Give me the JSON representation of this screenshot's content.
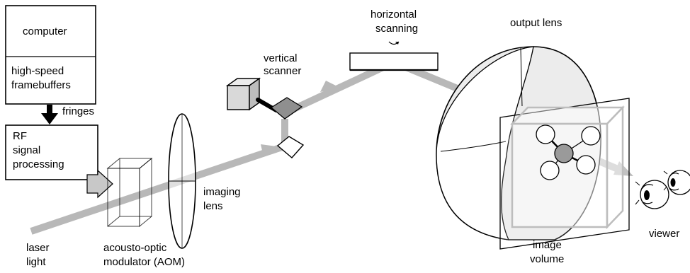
{
  "labels": {
    "computer": "computer",
    "framebuffers_1": "high-speed",
    "framebuffers_2": "framebuffers",
    "fringes": "fringes",
    "rf_1": "RF",
    "rf_2": "signal",
    "rf_3": "processing",
    "laser_1": "laser",
    "laser_2": "light",
    "aom_1": "acousto-optic",
    "aom_2": "modulator (AOM)",
    "imaging_lens_1": "imaging",
    "imaging_lens_2": "lens",
    "vertical_scanner_1": "vertical",
    "vertical_scanner_2": "scanner",
    "horizontal_scanning_1": "horizontal",
    "horizontal_scanning_2": "scanning",
    "output_lens": "output lens",
    "image_volume_1": "image",
    "image_volume_2": "volume",
    "viewer": "viewer"
  },
  "colors": {
    "beam": "#b8b8b8",
    "stroke": "#000000",
    "scanner_body": "#d9d9d9",
    "mirror": "#8f8f8f",
    "volume": "#bdbdbd",
    "center_sphere": "#9a9a9a"
  }
}
